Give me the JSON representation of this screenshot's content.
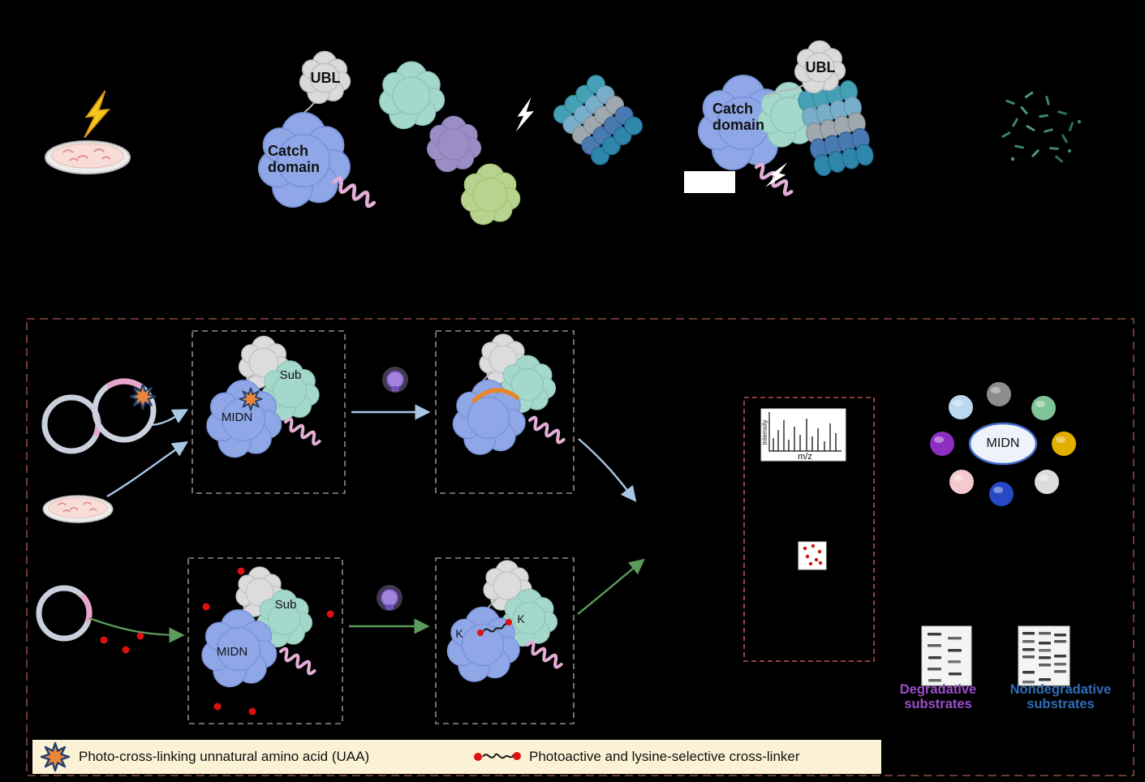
{
  "figure": {
    "top_panel": {
      "midn_construct": {
        "ubl_label": "UBL",
        "catch_domain_label": "Catch\ndomain"
      },
      "proteasome_complex": {
        "ubl_label": "UBL",
        "catch_domain_label": "Catch\ndomain"
      }
    },
    "uaa_branch": {
      "sub_label": "Sub",
      "midn_label": "MIDN"
    },
    "linker_branch": {
      "sub_label": "Sub",
      "midn_label": "MIDN",
      "k_left_label": "K",
      "k_right_label": "K"
    },
    "analysis": {
      "spectrum_ylabel": "intensity",
      "spectrum_xlabel": "m/z"
    },
    "hub": {
      "center_label": "MIDN"
    },
    "gels": {
      "degradative_label": "Degradative\nsubstrates",
      "nondegradative_label": "Nondegradative\nsubstrates"
    },
    "legend": {
      "uaa_text": "Photo-cross-linking unnatural amino acid (UAA)",
      "linker_text": "Photoactive and lysine-selective cross-linker"
    }
  },
  "icons": {
    "lightning_bolt_icon": "lightning-bolt",
    "flash_bolt_icon": "white-lightning-bolt",
    "uv_light_icon": "purple-lightbulb",
    "uaa_star_icon": "8-point-orange-star",
    "petri_dish_icon": "petri-dish-with-cells",
    "plasmid_icon": "plasmid-ring",
    "proteasome_icon": "proteasome-barrel",
    "helix_icon": "pink-coil-tag",
    "mass_spectrum_icon": "mass-spectrum-panel",
    "crosslinker_icon": "red-dot-squiggle-red-dot",
    "gel_icon": "gel-blot-panel"
  },
  "colors": {
    "background": "#000000",
    "midn_blue": "#8fa7e6",
    "ubl_gray": "#dadada",
    "substrate_teal": "#a5d8cc",
    "substrate_purple": "#9b8ec4",
    "substrate_green": "#b7d48e",
    "helix_pink": "#e3aed6",
    "uaa_star_orange": "#e8873a",
    "crosslinker_red": "#dd1111",
    "lightning_yellow": "#f6c81c",
    "uv_bulb_purple": "#a283dc",
    "arrow_blue": "#a9c6e4",
    "arrow_green": "#5b9b5b",
    "degradative_text": "#9b4dc8",
    "nondegradative_text": "#2e6db4",
    "legend_background": "#fbf2d5",
    "outer_border_red": "#8b4a42",
    "results_border_red": "#c05050"
  }
}
